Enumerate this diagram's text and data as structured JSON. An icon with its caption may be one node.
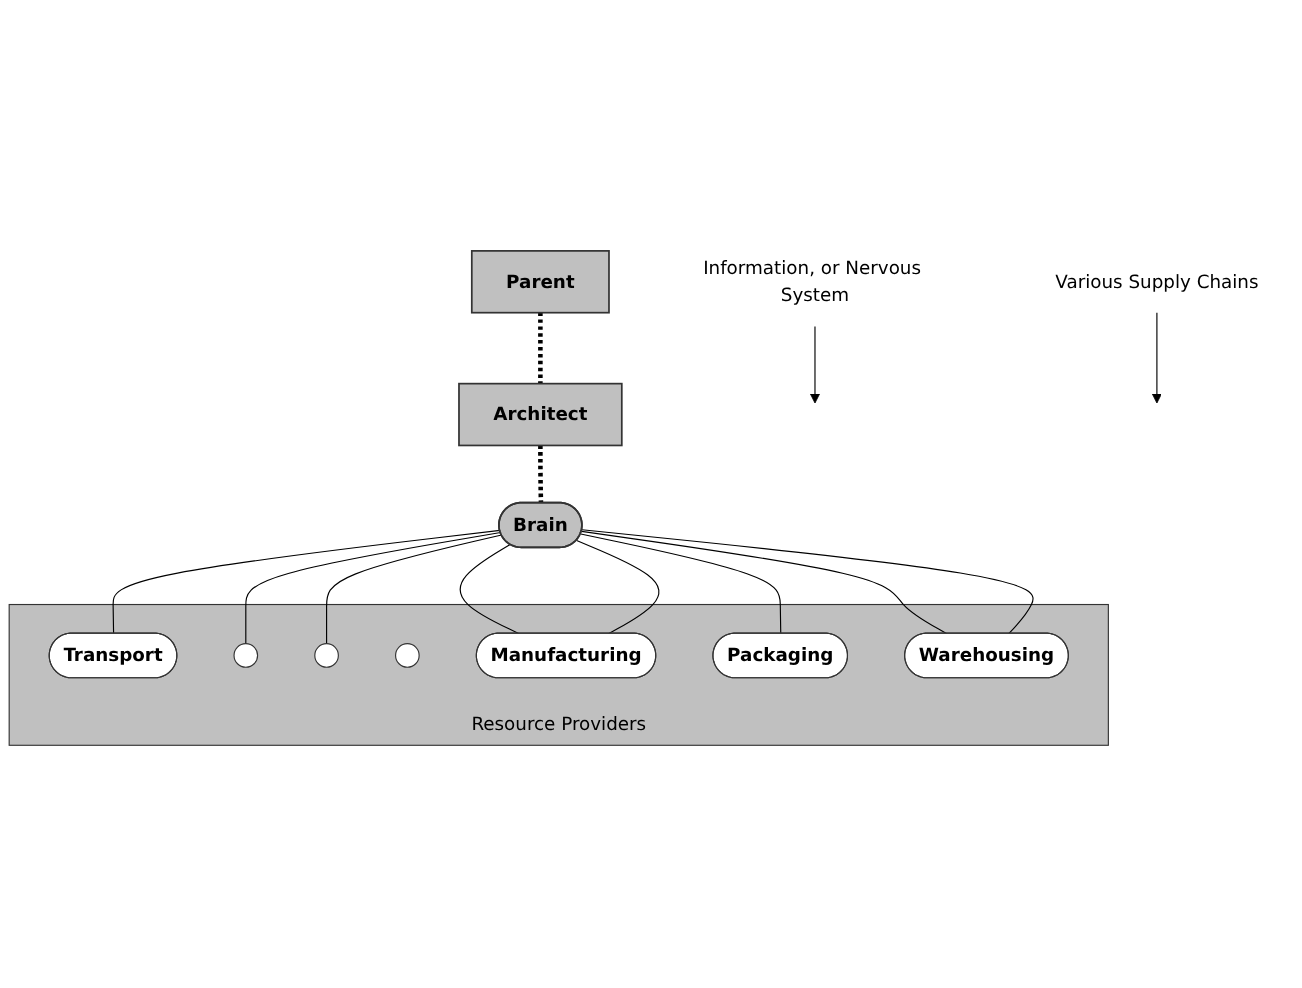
{
  "diagram": {
    "nodes": [
      {
        "text": [
          "Parent"
        ]
      },
      {
        "text": [
          "Architect"
        ]
      },
      {
        "text": [
          "Brain"
        ]
      },
      {
        "text": [
          "Resource Providers"
        ]
      },
      {
        "text": [
          "Transport"
        ],
        "in": 3
      },
      {
        "text": [
          "Manufacturing"
        ],
        "in": 3
      },
      {
        "text": [
          "Packaging"
        ],
        "in": 3
      },
      {
        "text": [],
        "shape": "circle",
        "in": 3
      },
      {
        "text": [],
        "shape": "circle",
        "in": 3
      },
      {
        "text": [],
        "shape": "circle",
        "in": 3
      },
      {
        "text": [
          "Warehousing"
        ],
        "in": 3
      },
      {
        "text": [
          "Information, or Nervous System"
        ]
      },
      {
        "text": [
          "Various Supply Chains"
        ]
      }
    ],
    "edges": [
      {
        "from": 0,
        "to": 1,
        "arrow": "none",
        "style": "dashed"
      },
      {
        "from": 1,
        "to": 2,
        "arrow": "none",
        "style": "dashed"
      },
      {
        "from": 2,
        "to": 6,
        "arrow": "none"
      },
      {
        "from": 2,
        "to": 7,
        "arrow": "none"
      },
      {
        "from": 2,
        "to": 4,
        "arrow": "none"
      },
      {
        "from": 2,
        "to": 8,
        "arrow": "none"
      },
      {
        "from": 2,
        "to": 5,
        "arrow": "none"
      },
      {
        "from": 2,
        "to": 10,
        "arrow": "none"
      },
      {
        "from": 2,
        "to": 5,
        "arrow": "none"
      },
      {
        "from": 2,
        "to": 10,
        "arrow": "none"
      },
      {
        "from": 11,
        "to": null,
        "arrow": "to"
      },
      {
        "from": 12,
        "to": null,
        "arrow": "to"
      }
    ]
  }
}
